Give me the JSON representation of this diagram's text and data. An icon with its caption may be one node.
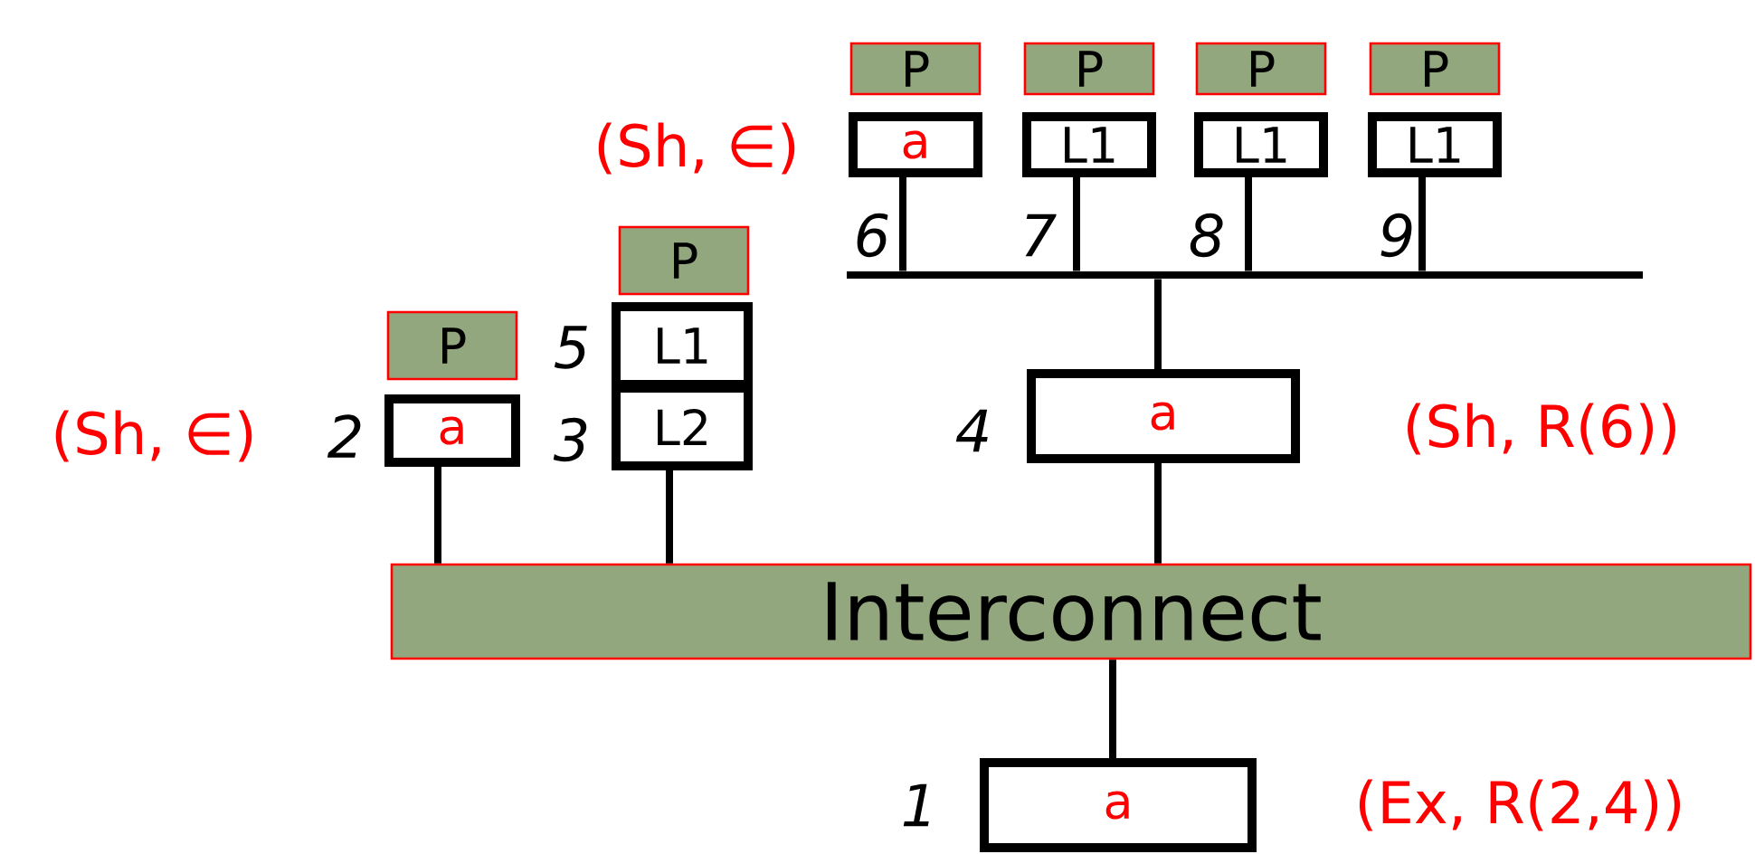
{
  "diagram": {
    "nodes": [
      {
        "text": [
          "P"
        ]
      },
      {
        "text": [
          "a"
        ],
        "beside": [
          "(Sh, ∈)",
          "6"
        ]
      },
      {
        "text": [
          "P"
        ]
      },
      {
        "text": [
          "L1"
        ],
        "beside": [
          "7"
        ]
      },
      {
        "text": [
          "P"
        ]
      },
      {
        "text": [
          "L1"
        ],
        "beside": [
          "8"
        ]
      },
      {
        "text": [
          "P"
        ]
      },
      {
        "text": [
          "L1"
        ],
        "beside": [
          "9"
        ]
      },
      {
        "text": [],
        "shape": "bar"
      },
      {
        "text": [
          "P"
        ]
      },
      {
        "text": [
          "L1"
        ],
        "beside": [
          "5"
        ]
      },
      {
        "text": [
          "P"
        ]
      },
      {
        "text": [
          "a"
        ],
        "beside": [
          "(Sh, ∈)",
          "2"
        ]
      },
      {
        "text": [
          "L2"
        ],
        "beside": [
          "3"
        ]
      },
      {
        "text": [
          "a"
        ],
        "beside": [
          "4",
          "(Sh, R(6))"
        ]
      },
      {
        "text": [
          "Interconnect"
        ]
      },
      {
        "text": [
          "a"
        ],
        "beside": [
          "1",
          "(Ex, R(2,4))"
        ]
      }
    ],
    "edges": [
      {
        "from": 1,
        "to": 8,
        "arrow": "none"
      },
      {
        "from": 3,
        "to": 8,
        "arrow": "none"
      },
      {
        "from": 5,
        "to": 8,
        "arrow": "none"
      },
      {
        "from": 7,
        "to": 8,
        "arrow": "none"
      },
      {
        "from": 8,
        "to": 14,
        "arrow": "none"
      },
      {
        "from": 12,
        "to": 15,
        "arrow": "none"
      },
      {
        "from": 13,
        "to": 15,
        "arrow": "none"
      },
      {
        "from": 14,
        "to": 15,
        "arrow": "none"
      },
      {
        "from": 15,
        "to": 16,
        "arrow": "none"
      }
    ]
  }
}
